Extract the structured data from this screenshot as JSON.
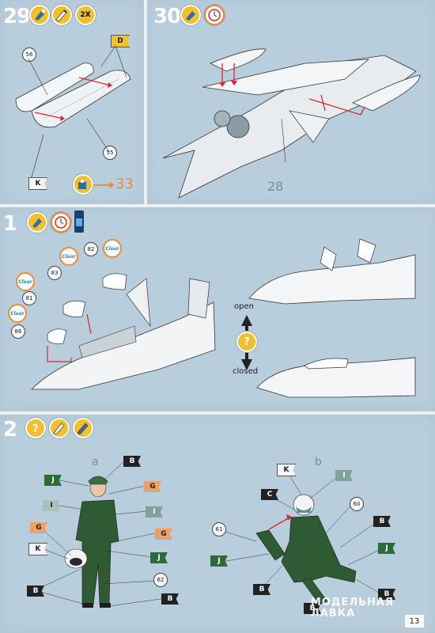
{
  "steps": {
    "s29": {
      "number": "29",
      "multiplier": "2X",
      "tag_d": "D",
      "part_56": "56",
      "part_55": "55",
      "tag_k": "K",
      "goto": "33"
    },
    "s30": {
      "number": "30",
      "part_28": "28"
    },
    "s31": {
      "number": "1",
      "clear": "Clear",
      "part_81": "81",
      "part_82": "82",
      "part_83": "83",
      "part_86": "86",
      "open": "open",
      "closed": "closed",
      "question": "?"
    },
    "s32": {
      "number": "2",
      "label_a": "a",
      "label_b": "b",
      "part_60": "60",
      "part_61": "61",
      "part_62": "62",
      "tags_a": [
        "B",
        "J",
        "G",
        "I",
        "I",
        "G",
        "G",
        "K",
        "J",
        "B",
        "B"
      ],
      "tags_b": [
        "K",
        "I",
        "C",
        "B",
        "J",
        "J",
        "B",
        "B",
        "B"
      ]
    }
  },
  "watermark": {
    "line1": "МОДЕЛЬНАЯ",
    "line2": "ЛАВКА"
  },
  "page_number": "13",
  "colors": {
    "panel": "#b9cedd",
    "yellow": "#f2c02c",
    "orange": "#e98d3a",
    "arrow_red": "#d7282f",
    "green_tag": "#2e6b3b",
    "orange_tag": "#e8a26a",
    "teal_tag": "#7fa39b",
    "black_tag": "#222222"
  },
  "icons": [
    "glue-icon",
    "paint-brush-icon",
    "clock-icon",
    "paint-bottle-icon",
    "question-icon",
    "double-arrow-icon",
    "arrow-right-icon"
  ]
}
